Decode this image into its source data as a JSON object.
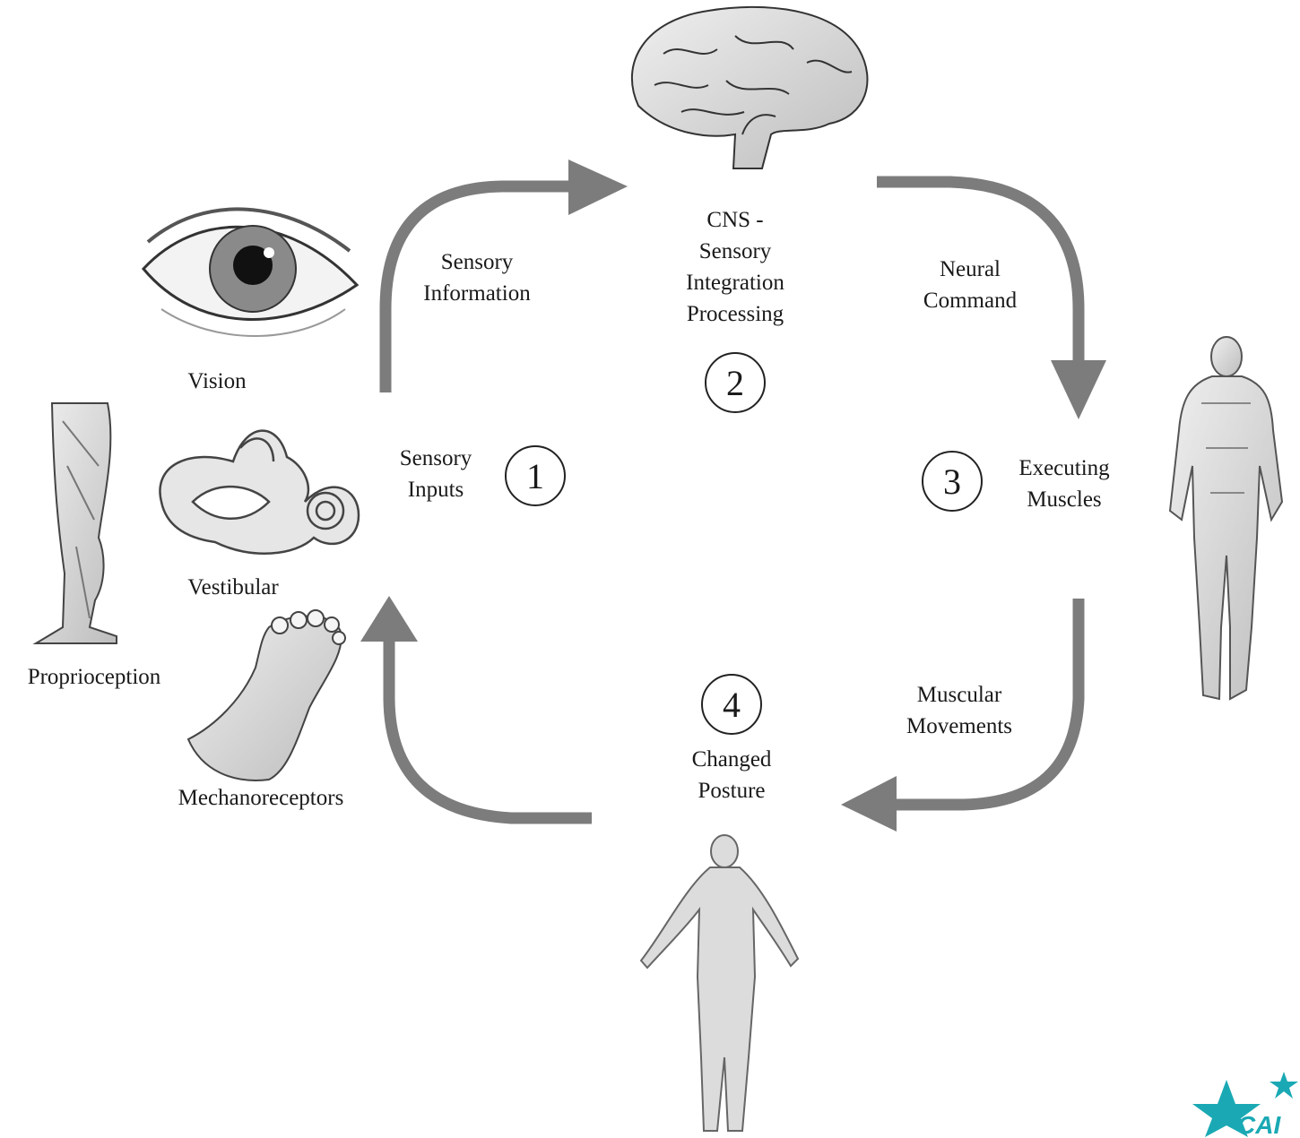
{
  "cycle": {
    "steps": [
      {
        "number": "1",
        "label_lines": [
          "Sensory",
          "Inputs"
        ]
      },
      {
        "number": "2",
        "label_lines": [
          "CNS -",
          "Sensory",
          "Integration",
          "Processing"
        ]
      },
      {
        "number": "3",
        "label_lines": [
          "Executing",
          "Muscles"
        ]
      },
      {
        "number": "4",
        "label_lines": [
          "Changed",
          "Posture"
        ]
      }
    ],
    "arrows": [
      {
        "label_lines": [
          "Sensory",
          "Information"
        ]
      },
      {
        "label_lines": [
          "Neural",
          "Command"
        ]
      },
      {
        "label_lines": [
          "Muscular",
          "Movements"
        ]
      }
    ]
  },
  "inputs": {
    "vision": "Vision",
    "vestibular": "Vestibular",
    "proprioception": "Proprioception",
    "mechanoreceptors": "Mechanoreceptors"
  },
  "logo": {
    "text": "CAI"
  },
  "colors": {
    "arrow": "#7c7c7c",
    "ink": "#1a1a1a",
    "illustration": "#d9d9d9",
    "logo": "#1aa9b4"
  },
  "icons": [
    "brain-icon",
    "eye-icon",
    "inner-ear-icon",
    "leg-icon",
    "foot-icon",
    "muscle-body-icon",
    "standing-body-icon",
    "star-logo-icon"
  ]
}
